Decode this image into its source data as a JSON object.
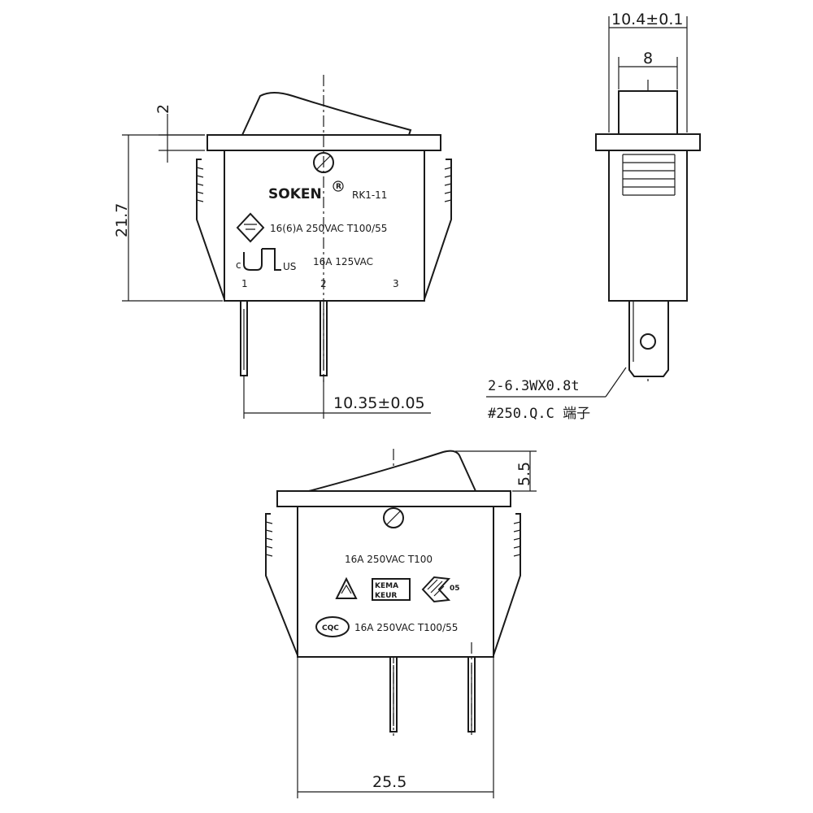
{
  "top_view": {
    "brand": "SOKEN",
    "registered_mark": "R",
    "model": "RK1-11",
    "rating_vde": "16(6)A 250VAC T100/55",
    "rating_ul": "16A 125VAC",
    "ul_prefix": "c",
    "ul_suffix": "US",
    "pin_1": "1",
    "pin_2": "2",
    "pin_3": "3",
    "dim_rocker": "2",
    "dim_height": "21.7",
    "dim_pin_pitch": "10.35±0.05"
  },
  "side_view": {
    "dim_width": "10.4±0.1",
    "dim_inner": "8",
    "terminal_spec": "2-6.3WX0.8t",
    "terminal_type": "#250.Q.C 端子"
  },
  "front_view": {
    "rating_1": "16A 250VAC T100",
    "rating_2": "16A 250VAC T100/55",
    "kema_top": "KEMA",
    "kema_bottom": "KEUR",
    "cqc": "CQC",
    "mark_05": "05",
    "dim_rocker": "5.5",
    "dim_width": "25.5"
  }
}
